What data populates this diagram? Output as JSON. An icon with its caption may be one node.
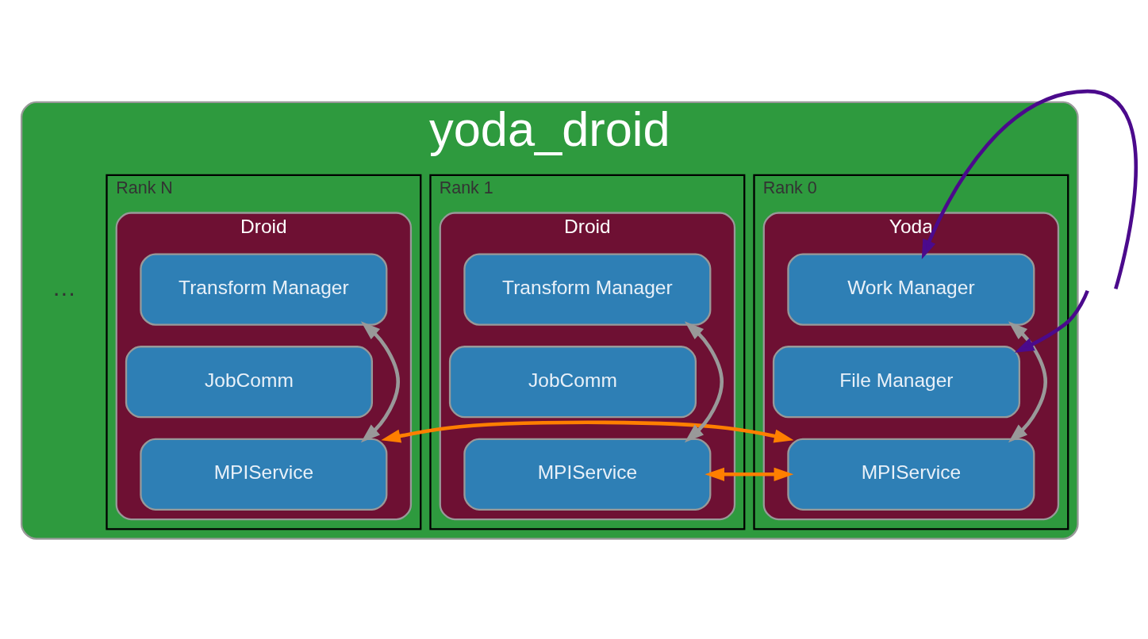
{
  "diagram": {
    "nodes": [
      {
        "text": [
          "yoda_droid"
        ]
      },
      {
        "text": [
          "Rank 0"
        ],
        "in": 0
      },
      {
        "text": [
          "Yoda"
        ],
        "in": 1
      },
      {
        "text": [
          "Work Manager"
        ],
        "in": 2
      },
      {
        "text": [
          "File Manager"
        ],
        "in": 2
      },
      {
        "text": [
          "MPIService"
        ],
        "in": 2
      },
      {
        "text": [
          "Rank 1"
        ],
        "in": 0
      },
      {
        "text": [
          "Droid"
        ],
        "in": 6
      },
      {
        "text": [
          "Transform Manager"
        ],
        "in": 7
      },
      {
        "text": [
          "JobComm"
        ],
        "in": 7
      },
      {
        "text": [
          "MPIService"
        ],
        "in": 7
      },
      {
        "text": [
          "Rank N"
        ],
        "in": 0
      },
      {
        "text": [
          "Droid"
        ],
        "in": 11
      },
      {
        "text": [
          "Transform Manager"
        ],
        "in": 12
      },
      {
        "text": [
          "JobComm"
        ],
        "in": 12
      },
      {
        "text": [
          "MPIService"
        ],
        "in": 12
      }
    ],
    "edges": [
      {
        "from": null,
        "to": 3,
        "arrow": "to",
        "color": "#4b0a8c"
      },
      {
        "from": null,
        "to": 4,
        "arrow": "to",
        "color": "#4b0a8c"
      },
      {
        "from": 3,
        "to": 5,
        "arrow": "both",
        "color": "#999999"
      },
      {
        "from": 8,
        "to": 10,
        "arrow": "both",
        "color": "#999999"
      },
      {
        "from": 13,
        "to": 15,
        "arrow": "both",
        "color": "#999999"
      },
      {
        "from": 5,
        "to": 10,
        "arrow": "both",
        "color": "#ff7f00"
      },
      {
        "from": 5,
        "to": 15,
        "arrow": "both",
        "color": "#ff7f00"
      }
    ],
    "labels": [
      "…"
    ]
  }
}
